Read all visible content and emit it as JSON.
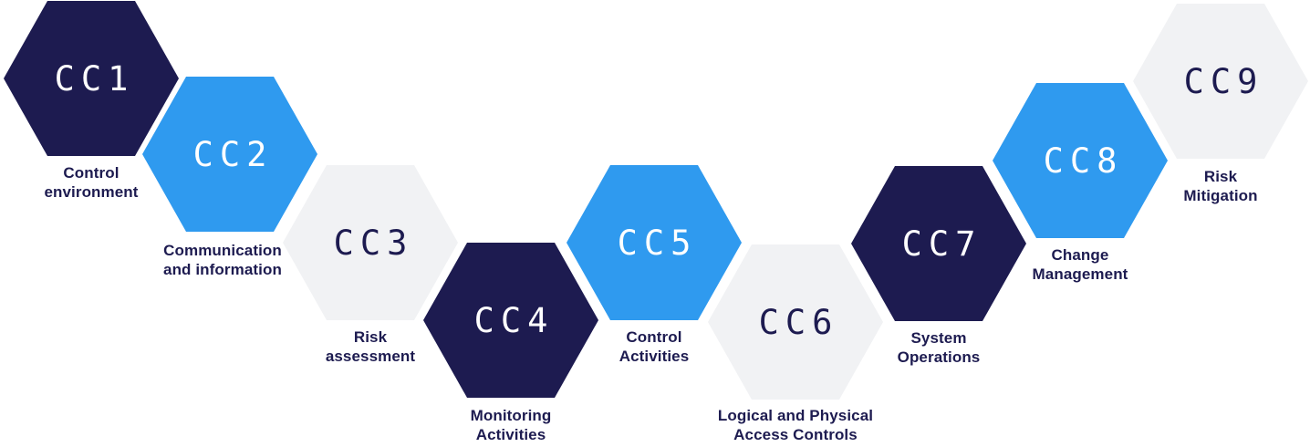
{
  "colors": {
    "navy": "#1d1b50",
    "blue": "#2f9aef",
    "light": "#f1f2f4",
    "code_on_dark": "#ffffff",
    "label_text": "#1d1b50"
  },
  "hexagons": [
    {
      "code": "CC1",
      "color": "navy",
      "label_line1": "Control",
      "label_line2": "environment"
    },
    {
      "code": "CC2",
      "color": "blue",
      "label_line1": "Communication",
      "label_line2": "and information"
    },
    {
      "code": "CC3",
      "color": "light",
      "label_line1": "Risk",
      "label_line2": "assessment"
    },
    {
      "code": "CC4",
      "color": "navy",
      "label_line1": "Monitoring",
      "label_line2": "Activities"
    },
    {
      "code": "CC5",
      "color": "blue",
      "label_line1": "Control",
      "label_line2": "Activities"
    },
    {
      "code": "CC6",
      "color": "light",
      "label_line1": "Logical and Physical",
      "label_line2": "Access Controls"
    },
    {
      "code": "CC7",
      "color": "navy",
      "label_line1": "System",
      "label_line2": "Operations"
    },
    {
      "code": "CC8",
      "color": "blue",
      "label_line1": "Change",
      "label_line2": "Management"
    },
    {
      "code": "CC9",
      "color": "light",
      "label_line1": "Risk",
      "label_line2": "Mitigation"
    }
  ]
}
